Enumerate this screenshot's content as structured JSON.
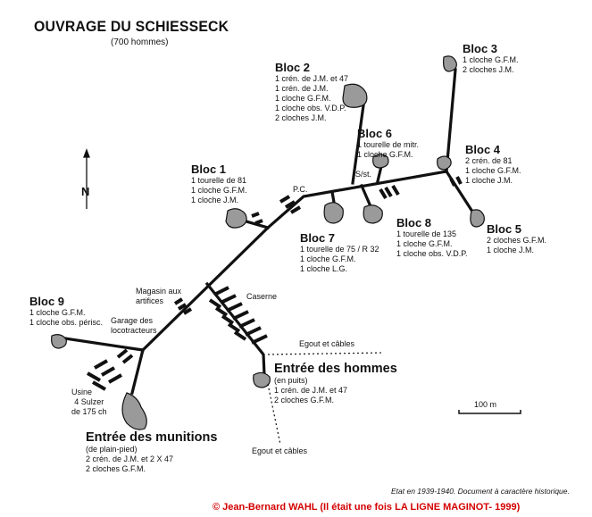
{
  "title": "OUVRAGE DU SCHIESSECK",
  "subtitle": "(700 hommes)",
  "north_label": "N",
  "scale_label": "100 m",
  "blocs": {
    "bloc1": {
      "title": "Bloc 1",
      "lines": [
        "1 tourelle de 81",
        "1 cloche G.F.M.",
        "1 cloche J.M."
      ]
    },
    "bloc2": {
      "title": "Bloc 2",
      "lines": [
        "1 crén. de J.M. et 47",
        "1 crén. de J.M.",
        "1 cloche G.F.M.",
        "1 cloche obs. V.D.P.",
        "2 cloches J.M."
      ]
    },
    "bloc3": {
      "title": "Bloc 3",
      "lines": [
        "1 cloche G.F.M.",
        "2 cloches J.M."
      ]
    },
    "bloc4": {
      "title": "Bloc 4",
      "lines": [
        "2 crén. de 81",
        "1 cloche G.F.M.",
        "1 cloche J.M."
      ]
    },
    "bloc5": {
      "title": "Bloc 5",
      "lines": [
        "2 cloches G.F.M.",
        "1 cloche J.M."
      ]
    },
    "bloc6": {
      "title": "Bloc 6",
      "lines": [
        "1 tourelle de mitr.",
        "1 cloche G.F.M."
      ]
    },
    "bloc7": {
      "title": "Bloc 7",
      "lines": [
        "1 tourelle de 75 / R 32",
        "1 cloche G.F.M.",
        "1 cloche L.G."
      ]
    },
    "bloc8": {
      "title": "Bloc 8",
      "lines": [
        "1 tourelle de 135",
        "1 cloche G.F.M.",
        "1 cloche obs. V.D.P."
      ]
    },
    "bloc9": {
      "title": "Bloc 9",
      "lines": [
        "1 cloche G.F.M.",
        "1 cloche obs. périsc."
      ]
    }
  },
  "entree_hommes": {
    "title": "Entrée des hommes",
    "sub": "(en puits)",
    "lines": [
      "1 crén. de J.M. et 47",
      "2 cloches G.F.M."
    ]
  },
  "entree_munitions": {
    "title": "Entrée des munitions",
    "sub": "(de plain-pied)",
    "lines": [
      "2 crén. de J.M. et 2 X 47",
      "2 cloches G.F.M."
    ]
  },
  "labels": {
    "pc": "P.C.",
    "sst": "S/st.",
    "caserne": "Caserne",
    "magasin": [
      "Magasin aux",
      "artifices"
    ],
    "garage": [
      "Garage des",
      "locotracteurs"
    ],
    "usine": [
      "Usine",
      "4 Sulzer",
      "de 175 ch"
    ],
    "egout1": "Egout et câbles",
    "egout2": "Egout et câbles"
  },
  "footnote": "Etat en 1939-1940. Document à caractère historique.",
  "copyright": "© Jean-Bernard WAHL (Il était une fois LA LIGNE MAGINOT- 1999)",
  "colors": {
    "ink": "#111111",
    "copyright": "#d40000",
    "bloc_fill": "#9a9a9a"
  }
}
